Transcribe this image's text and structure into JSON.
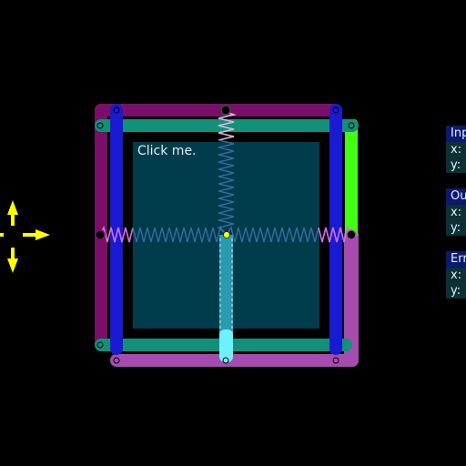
{
  "canvas": {
    "prompt": "Click me."
  },
  "panels": [
    {
      "key": "input",
      "title": "Input",
      "x_label": "x:",
      "y_label": "y:",
      "x_value": "",
      "y_value": ""
    },
    {
      "key": "output",
      "title": "Output",
      "x_label": "x:",
      "y_label": "y:",
      "x_value": "",
      "y_value": ""
    },
    {
      "key": "error",
      "title": "Error",
      "x_label": "x:",
      "y_label": "y:",
      "x_value": "",
      "y_value": ""
    }
  ],
  "colors": {
    "background": "#000000",
    "inner_area": "#003c4c",
    "outer_frame_purple": "#7a0f6a",
    "frame_violet": "#a64cb0",
    "bar_blue": "#1a1ad0",
    "bar_teal": "#13907a",
    "bar_green": "#44ff14",
    "slider_cyan": "#2a9ab0",
    "slider_light": "#6ff0ff",
    "spring_pink": "#d070e0",
    "spring_blue": "#3a6aa0",
    "marker_yellow": "#ffff00",
    "panel_header": "#0a1a6e",
    "panel_row": "#0c3036"
  },
  "icons": {
    "move_arrows": "move-arrows-icon"
  }
}
